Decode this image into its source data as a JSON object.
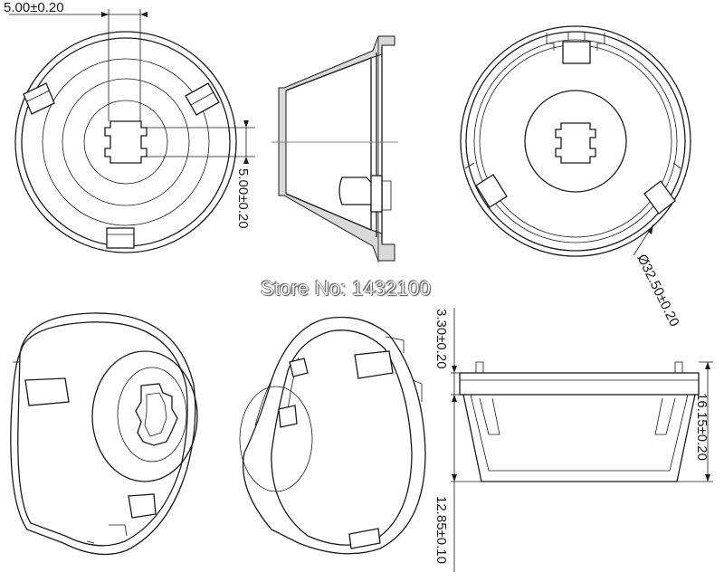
{
  "dimensions": {
    "tab_width_top": "5.00±0.20",
    "tab_width_side": "5.00±0.20",
    "outer_diameter": "Ø32.50±0.20",
    "rim_height": "3.30±0.20",
    "total_height": "16.15±0.20",
    "body_height": "12.85±0.10"
  },
  "watermark": "Store No: 1432100"
}
